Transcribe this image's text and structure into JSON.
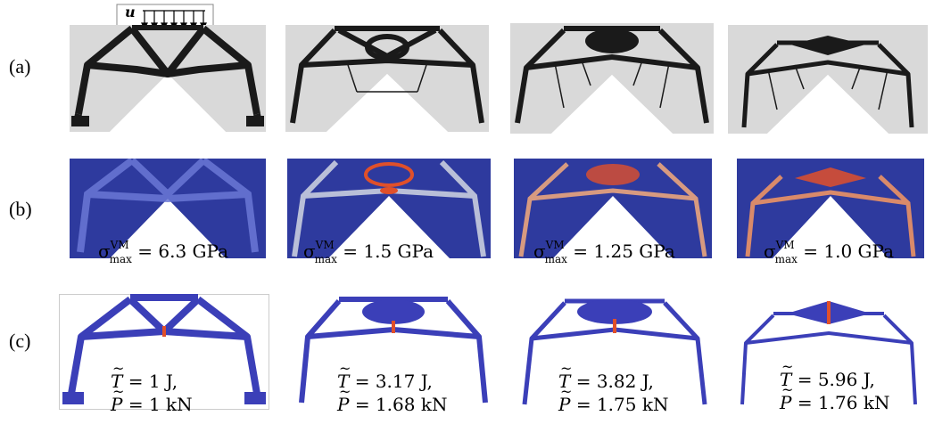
{
  "rows": [
    {
      "label": "(a)"
    },
    {
      "label": "(b)"
    },
    {
      "label": "(c)"
    }
  ],
  "load_symbol": "u",
  "stress": [
    {
      "sym": "σ",
      "sup": "VM",
      "sub": "max",
      "value": "= 6.3 GPa"
    },
    {
      "sym": "σ",
      "sup": "VM",
      "sub": "max",
      "value": "= 1.5 GPa"
    },
    {
      "sym": "σ",
      "sup": "VM",
      "sub": "max",
      "value": "= 1.25 GPa"
    },
    {
      "sym": "σ",
      "sup": "VM",
      "sub": "max",
      "value": "= 1.0 GPa"
    }
  ],
  "energy": [
    {
      "T_sym": "T",
      "T_val": "= 1 J,",
      "P_sym": "P",
      "P_val": "= 1 kN"
    },
    {
      "T_sym": "T",
      "T_val": "= 3.17 J,",
      "P_sym": "P",
      "P_val": "= 1.68 kN"
    },
    {
      "T_sym": "T",
      "T_val": "= 3.82 J,",
      "P_sym": "P",
      "P_val": "= 1.75 kN"
    },
    {
      "T_sym": "T",
      "T_val": "= 5.96 J,",
      "P_sym": "P",
      "P_val": "= 1.76 kN"
    }
  ],
  "colors": {
    "structure_black": "#1a1a1a",
    "domain_gray": "#d9d9d9",
    "stress_blue": "#2e3a9e",
    "stress_hot": "#e0502a",
    "energy_blue": "#3b3fb8"
  }
}
